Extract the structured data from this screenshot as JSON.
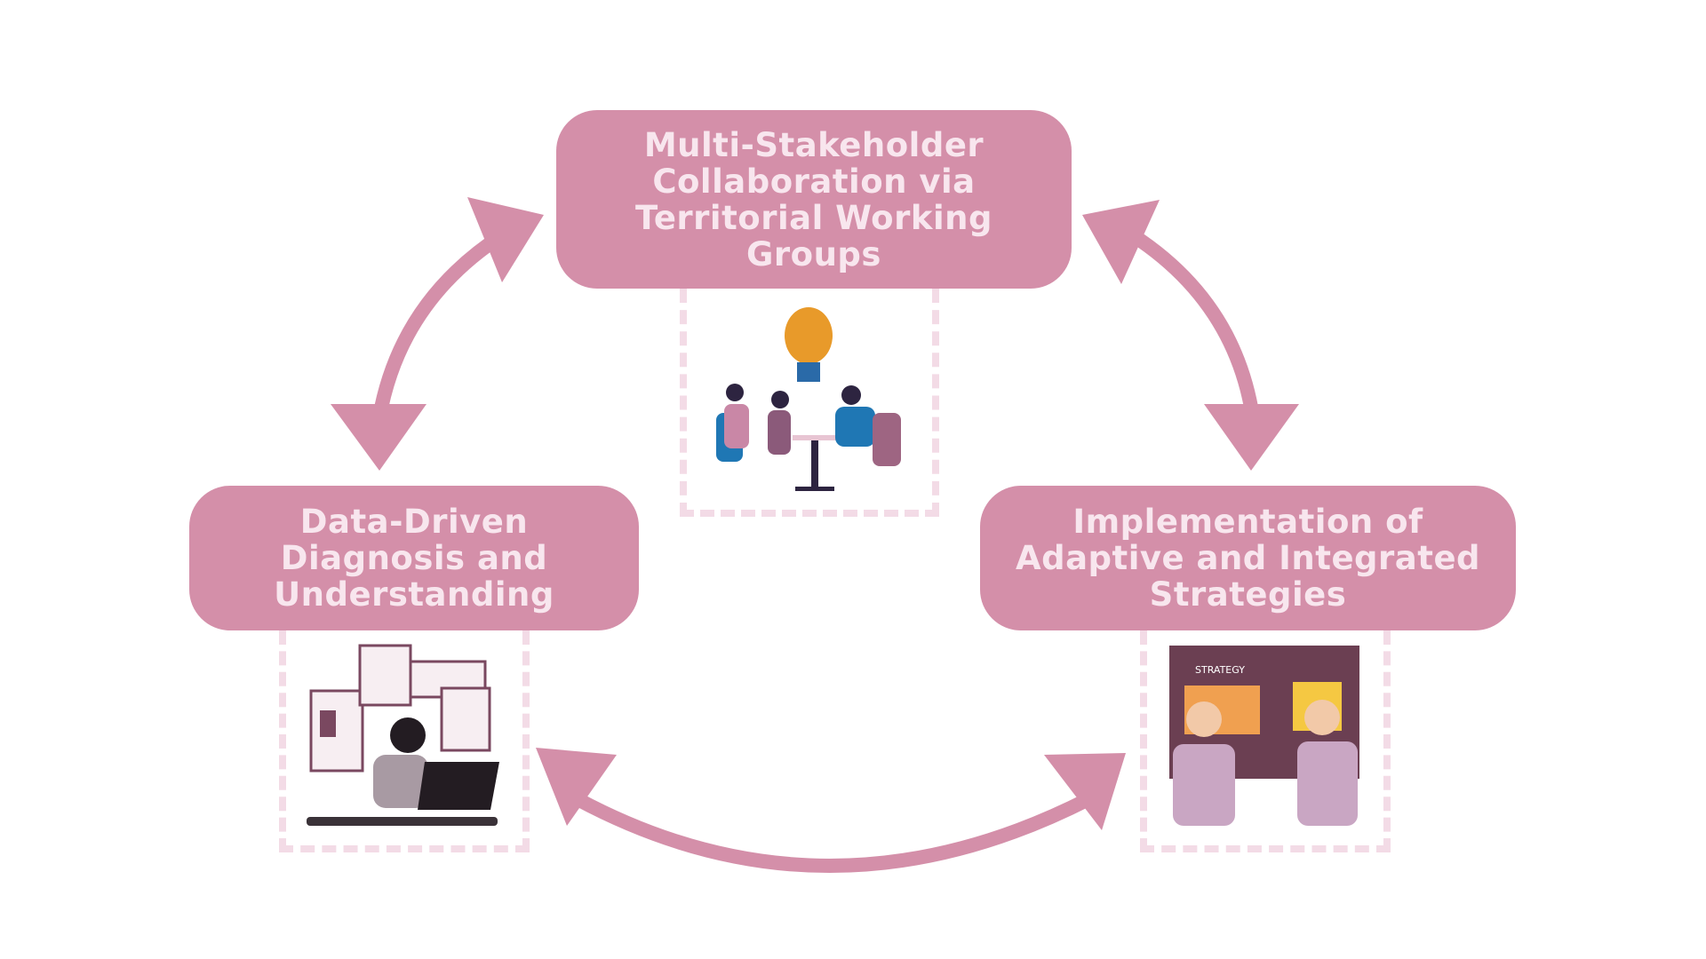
{
  "steps": [
    {
      "title": "Multi-Stakeholder\nCollaboration via\nTerritorial Working\nGroups",
      "illustration": "team-meeting-lightbulb"
    },
    {
      "title": "Data-Driven\nDiagnosis and\nUnderstanding",
      "illustration": "analyst-with-dashboards"
    },
    {
      "title": "Implementation of\nAdaptive and Integrated\nStrategies",
      "illustration": "strategy-high-five"
    }
  ],
  "strategy_board_label": "STRATEGY",
  "colors": {
    "accent": "#d48fa9",
    "text": "#f8e6ee",
    "frame": "#f3dbe6"
  }
}
